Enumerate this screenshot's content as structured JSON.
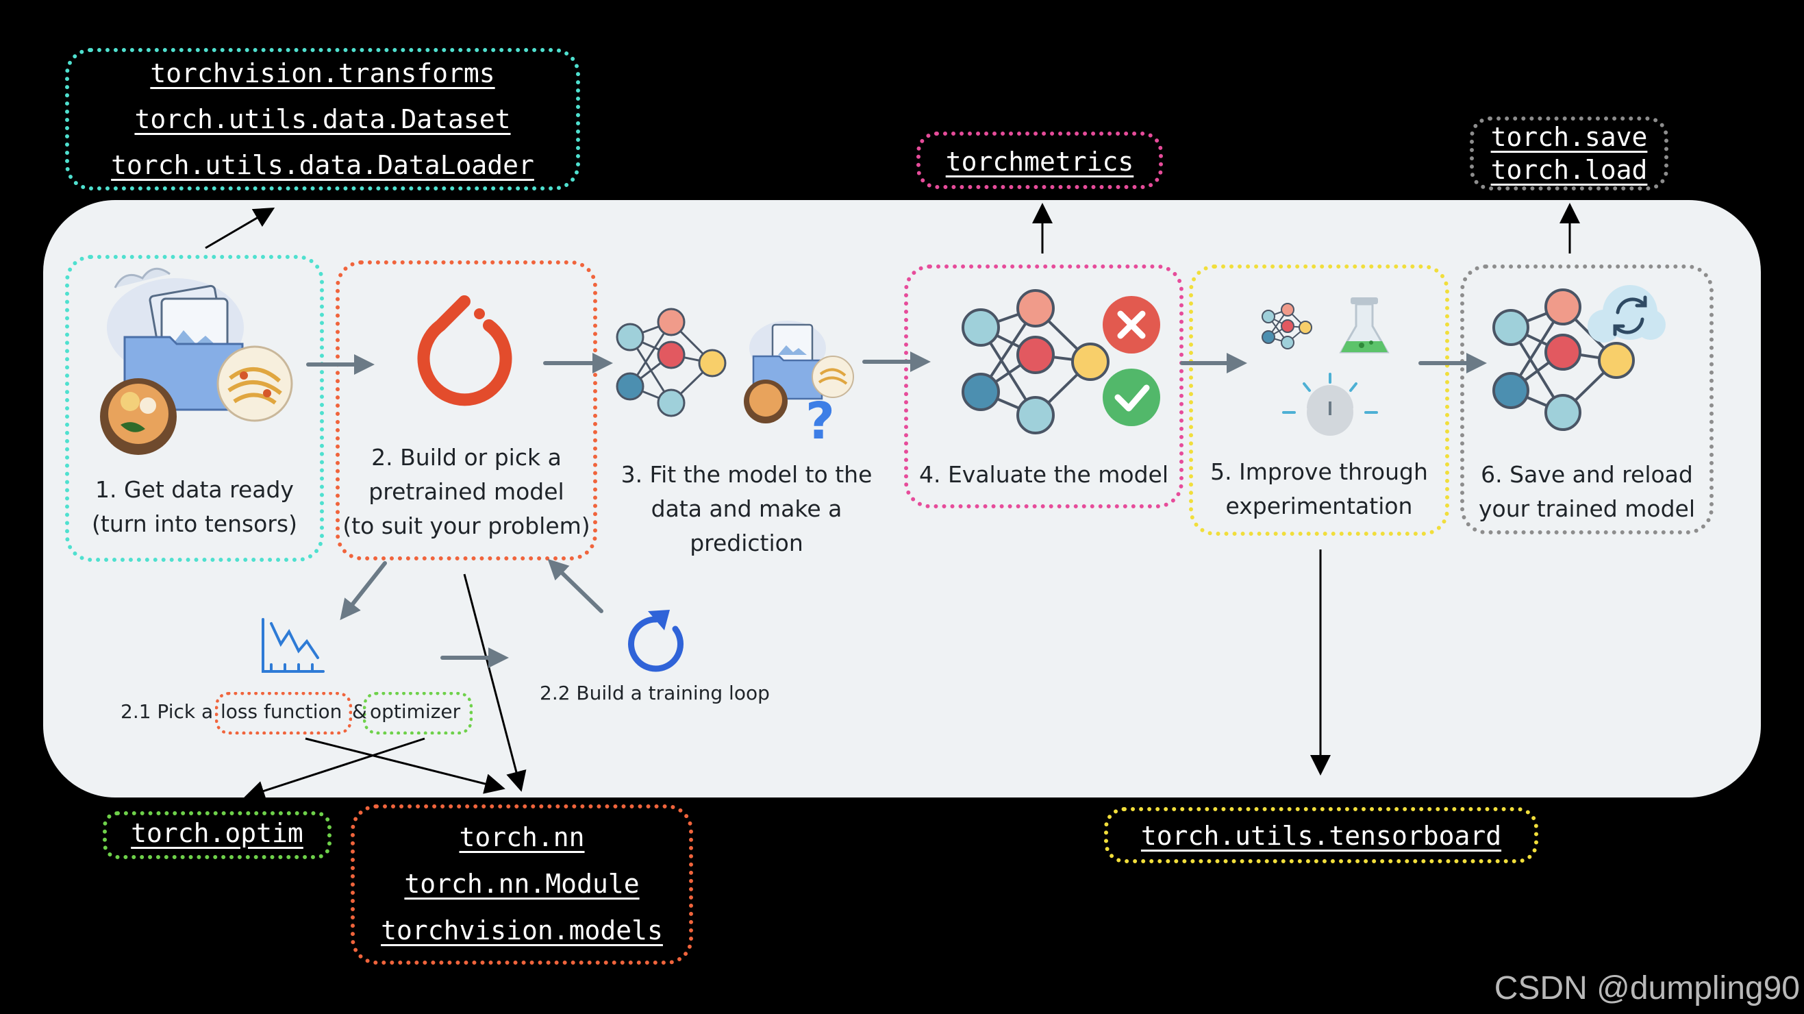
{
  "colors": {
    "cyan": "#4fe0cf",
    "orange": "#f0643c",
    "pink": "#e64c9a",
    "yellow": "#f1de3b",
    "gray": "#8d8d8d",
    "green": "#6ed14a",
    "panel": "#eff2f4",
    "arrow_gray": "#6b7a86"
  },
  "top_boxes": {
    "data_apis": [
      "torchvision.transforms",
      "torch.utils.data.Dataset",
      "torch.utils.data.DataLoader"
    ],
    "metrics": [
      "torchmetrics"
    ],
    "save": [
      "torch.save",
      "torch.load"
    ]
  },
  "bottom_boxes": {
    "optim": [
      "torch.optim"
    ],
    "nn": [
      "torch.nn",
      "torch.nn.Module",
      "torchvision.models"
    ],
    "tensorboard": [
      "torch.utils.tensorboard"
    ]
  },
  "steps": {
    "s1": [
      "1. Get data ready",
      "(turn into tensors)"
    ],
    "s2": [
      "2. Build or pick a",
      "pretrained model",
      "(to suit your problem)"
    ],
    "s3": [
      "3. Fit the model to the",
      "data and make a",
      "prediction"
    ],
    "s4": [
      "4. Evaluate the model"
    ],
    "s5": [
      "5. Improve through",
      "experimentation"
    ],
    "s6": [
      "6. Save and reload",
      "your trained model"
    ]
  },
  "sub": {
    "pick_prefix": "2.1 Pick a",
    "loss": "loss function",
    "amp": "&",
    "optimizer": "optimizer",
    "loop": "2.2 Build a training loop"
  },
  "icons": {
    "folder": "data-folder-icon",
    "pytorch": "pytorch-logo-icon",
    "network": "neural-network-icon",
    "wrong": "x-mark-icon",
    "right": "check-mark-icon",
    "flask": "experiment-flask-icon",
    "bulb": "idea-bulb-icon",
    "sync": "sync-icon",
    "chart": "loss-chart-icon",
    "loop": "loop-arrow-icon"
  },
  "watermark": "CSDN @dumpling90"
}
